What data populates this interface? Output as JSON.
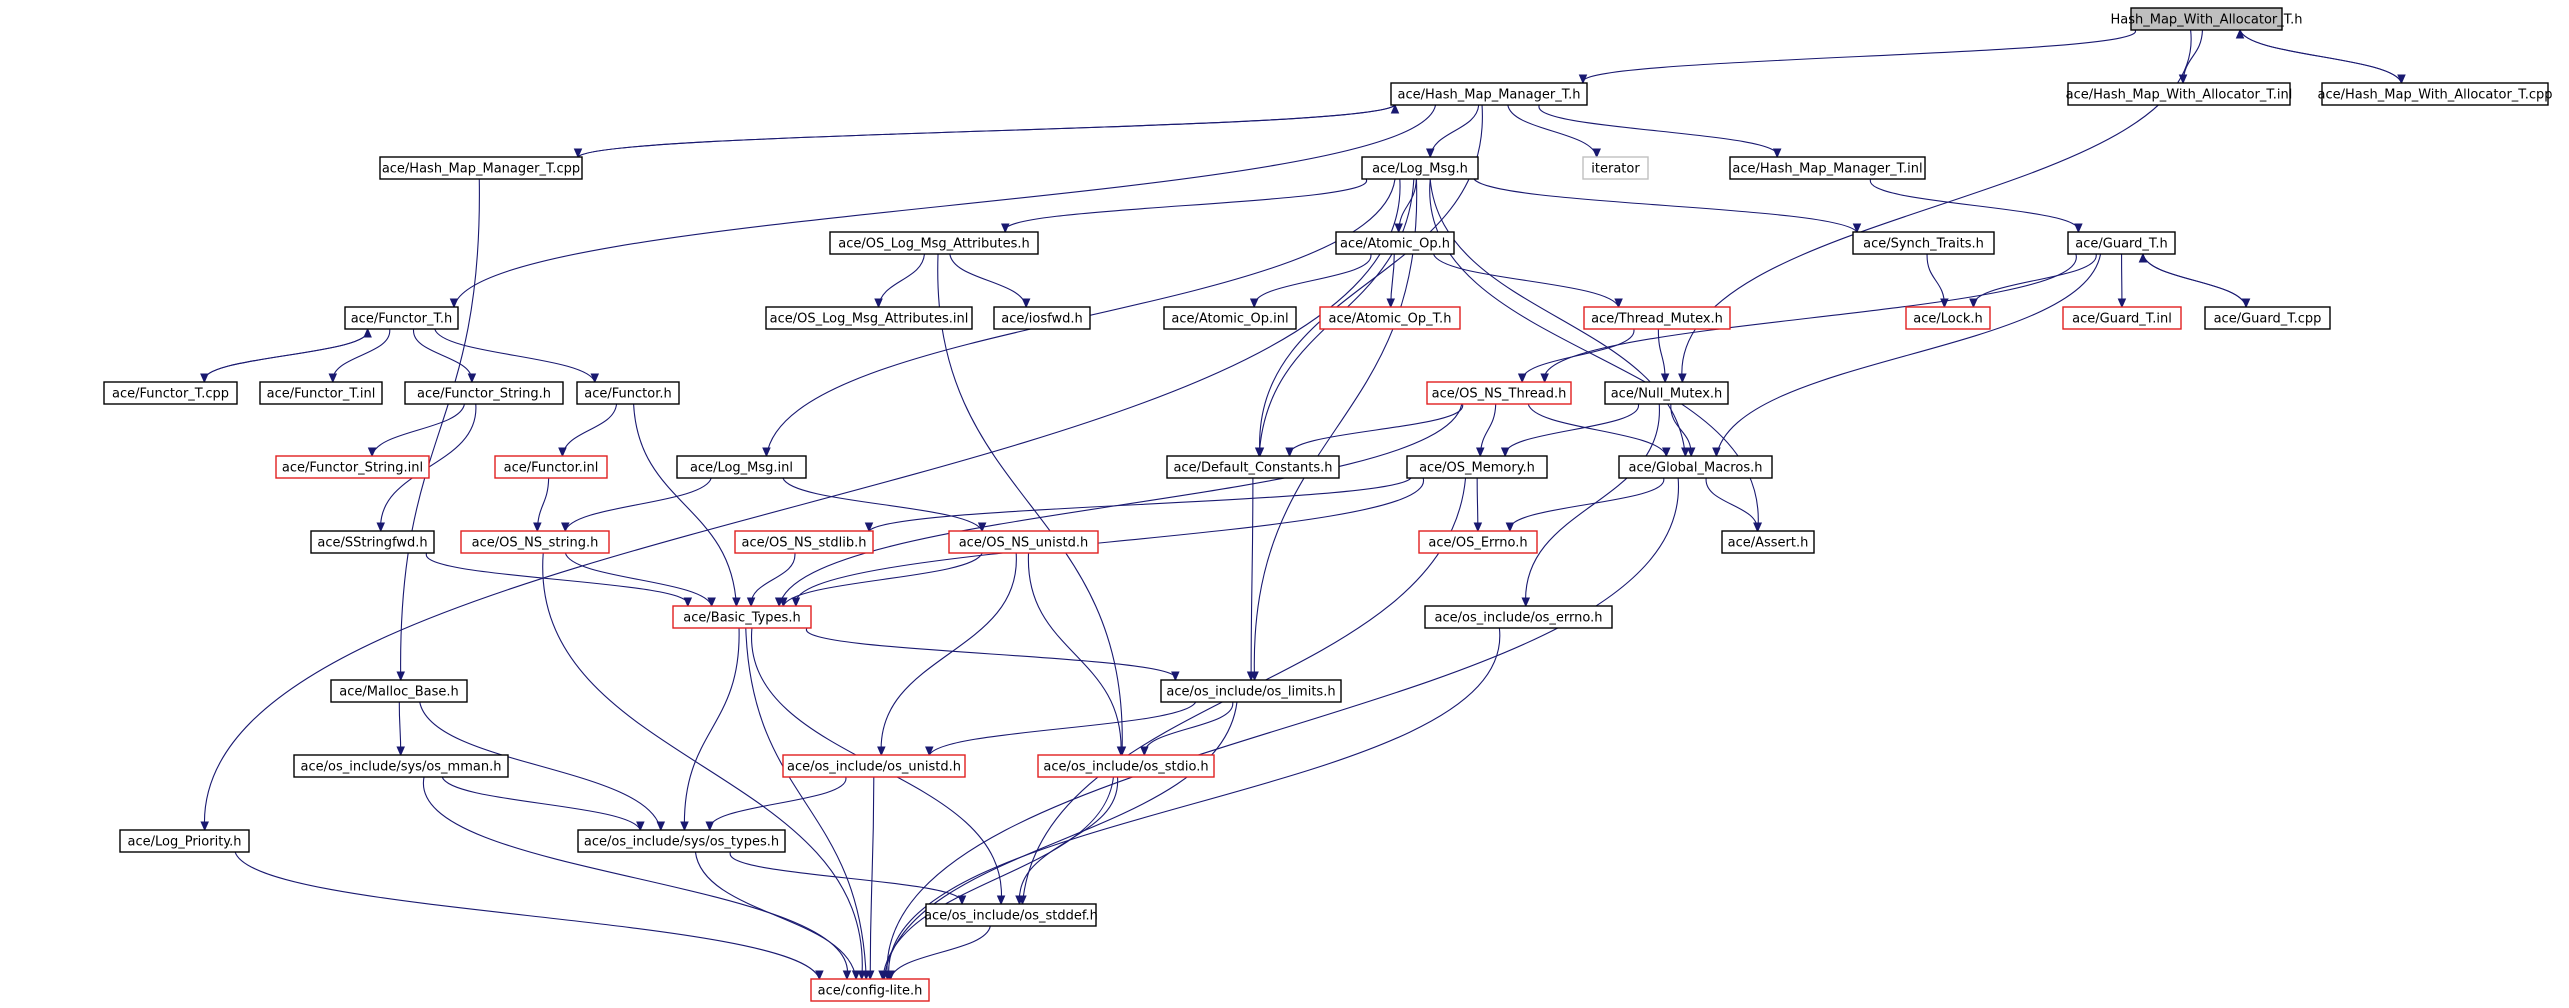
{
  "graph": {
    "colors": {
      "edge": "#191970",
      "border_normal": "#000000",
      "border_missing": "#e02020",
      "border_external": "#c0c0c0",
      "root_fill": "#bfbfbf"
    },
    "nodes": [
      {
        "id": "root",
        "label": "Hash_Map_With_Allocator_T.h",
        "style": "root"
      },
      {
        "id": "hmm_h",
        "label": "ace/Hash_Map_Manager_T.h",
        "style": "normal"
      },
      {
        "id": "hmwa_inl",
        "label": "ace/Hash_Map_With_Allocator_T.inl",
        "style": "normal"
      },
      {
        "id": "hmwa_cpp",
        "label": "ace/Hash_Map_With_Allocator_T.cpp",
        "style": "normal"
      },
      {
        "id": "hmm_cpp",
        "label": "ace/Hash_Map_Manager_T.cpp",
        "style": "normal"
      },
      {
        "id": "logmsg_h",
        "label": "ace/Log_Msg.h",
        "style": "normal"
      },
      {
        "id": "iterator",
        "label": "iterator",
        "style": "external"
      },
      {
        "id": "hmm_inl",
        "label": "ace/Hash_Map_Manager_T.inl",
        "style": "normal"
      },
      {
        "id": "oslma_h",
        "label": "ace/OS_Log_Msg_Attributes.h",
        "style": "normal"
      },
      {
        "id": "atomic_h",
        "label": "ace/Atomic_Op.h",
        "style": "normal"
      },
      {
        "id": "synch_h",
        "label": "ace/Synch_Traits.h",
        "style": "normal"
      },
      {
        "id": "guard_h",
        "label": "ace/Guard_T.h",
        "style": "normal"
      },
      {
        "id": "functor_t_h",
        "label": "ace/Functor_T.h",
        "style": "normal"
      },
      {
        "id": "oslma_inl",
        "label": "ace/OS_Log_Msg_Attributes.inl",
        "style": "normal"
      },
      {
        "id": "iosfwd",
        "label": "ace/iosfwd.h",
        "style": "normal"
      },
      {
        "id": "atomic_inl",
        "label": "ace/Atomic_Op.inl",
        "style": "normal"
      },
      {
        "id": "atomic_t_h",
        "label": "ace/Atomic_Op_T.h",
        "style": "missing"
      },
      {
        "id": "thread_mutex",
        "label": "ace/Thread_Mutex.h",
        "style": "missing"
      },
      {
        "id": "lock_h",
        "label": "ace/Lock.h",
        "style": "missing"
      },
      {
        "id": "guard_inl",
        "label": "ace/Guard_T.inl",
        "style": "missing"
      },
      {
        "id": "guard_cpp",
        "label": "ace/Guard_T.cpp",
        "style": "normal"
      },
      {
        "id": "functor_t_cpp",
        "label": "ace/Functor_T.cpp",
        "style": "normal"
      },
      {
        "id": "functor_t_inl",
        "label": "ace/Functor_T.inl",
        "style": "normal"
      },
      {
        "id": "functor_string_h",
        "label": "ace/Functor_String.h",
        "style": "normal"
      },
      {
        "id": "functor_h",
        "label": "ace/Functor.h",
        "style": "normal"
      },
      {
        "id": "os_ns_thread",
        "label": "ace/OS_NS_Thread.h",
        "style": "missing"
      },
      {
        "id": "null_mutex",
        "label": "ace/Null_Mutex.h",
        "style": "normal"
      },
      {
        "id": "functor_string_inl",
        "label": "ace/Functor_String.inl",
        "style": "missing"
      },
      {
        "id": "functor_inl",
        "label": "ace/Functor.inl",
        "style": "missing"
      },
      {
        "id": "logmsg_inl",
        "label": "ace/Log_Msg.inl",
        "style": "normal"
      },
      {
        "id": "default_const",
        "label": "ace/Default_Constants.h",
        "style": "normal"
      },
      {
        "id": "os_memory",
        "label": "ace/OS_Memory.h",
        "style": "normal"
      },
      {
        "id": "global_macros",
        "label": "ace/Global_Macros.h",
        "style": "normal"
      },
      {
        "id": "sstringfwd",
        "label": "ace/SStringfwd.h",
        "style": "normal"
      },
      {
        "id": "os_ns_string",
        "label": "ace/OS_NS_string.h",
        "style": "missing"
      },
      {
        "id": "os_ns_stdlib",
        "label": "ace/OS_NS_stdlib.h",
        "style": "missing"
      },
      {
        "id": "os_ns_unistd",
        "label": "ace/OS_NS_unistd.h",
        "style": "missing"
      },
      {
        "id": "os_errno",
        "label": "ace/OS_Errno.h",
        "style": "missing"
      },
      {
        "id": "assert_h",
        "label": "ace/Assert.h",
        "style": "normal"
      },
      {
        "id": "basic_types",
        "label": "ace/Basic_Types.h",
        "style": "missing"
      },
      {
        "id": "osi_errno",
        "label": "ace/os_include/os_errno.h",
        "style": "normal"
      },
      {
        "id": "malloc_base",
        "label": "ace/Malloc_Base.h",
        "style": "normal"
      },
      {
        "id": "osi_limits",
        "label": "ace/os_include/os_limits.h",
        "style": "normal"
      },
      {
        "id": "osi_sys_mman",
        "label": "ace/os_include/sys/os_mman.h",
        "style": "normal"
      },
      {
        "id": "osi_unistd",
        "label": "ace/os_include/os_unistd.h",
        "style": "missing"
      },
      {
        "id": "osi_stdio",
        "label": "ace/os_include/os_stdio.h",
        "style": "missing"
      },
      {
        "id": "log_priority",
        "label": "ace/Log_Priority.h",
        "style": "normal"
      },
      {
        "id": "osi_sys_types",
        "label": "ace/os_include/sys/os_types.h",
        "style": "normal"
      },
      {
        "id": "osi_stddef",
        "label": "ace/os_include/os_stddef.h",
        "style": "normal"
      },
      {
        "id": "config_lite",
        "label": "ace/config-lite.h",
        "style": "missing"
      }
    ],
    "edges": [
      [
        "root",
        "hmm_h"
      ],
      [
        "root",
        "hmwa_inl"
      ],
      [
        "root",
        "hmwa_cpp"
      ],
      [
        "hmwa_cpp",
        "root"
      ],
      [
        "root",
        "null_mutex"
      ],
      [
        "hmm_h",
        "hmm_cpp"
      ],
      [
        "hmm_cpp",
        "hmm_h"
      ],
      [
        "hmm_h",
        "logmsg_h"
      ],
      [
        "hmm_h",
        "iterator"
      ],
      [
        "hmm_h",
        "hmm_inl"
      ],
      [
        "hmm_h",
        "default_const"
      ],
      [
        "hmm_h",
        "functor_t_h"
      ],
      [
        "hmm_cpp",
        "malloc_base"
      ],
      [
        "hmm_inl",
        "guard_h"
      ],
      [
        "logmsg_h",
        "oslma_h"
      ],
      [
        "logmsg_h",
        "atomic_h"
      ],
      [
        "logmsg_h",
        "synch_h"
      ],
      [
        "logmsg_h",
        "logmsg_inl"
      ],
      [
        "logmsg_h",
        "log_priority"
      ],
      [
        "logmsg_h",
        "default_const"
      ],
      [
        "logmsg_h",
        "global_macros"
      ],
      [
        "logmsg_h",
        "assert_h"
      ],
      [
        "logmsg_h",
        "osi_limits"
      ],
      [
        "oslma_h",
        "oslma_inl"
      ],
      [
        "oslma_h",
        "iosfwd"
      ],
      [
        "oslma_h",
        "osi_stdio"
      ],
      [
        "atomic_h",
        "atomic_inl"
      ],
      [
        "atomic_h",
        "atomic_t_h"
      ],
      [
        "atomic_h",
        "thread_mutex"
      ],
      [
        "synch_h",
        "lock_h"
      ],
      [
        "guard_h",
        "lock_h"
      ],
      [
        "guard_h",
        "guard_inl"
      ],
      [
        "guard_h",
        "guard_cpp"
      ],
      [
        "guard_cpp",
        "guard_h"
      ],
      [
        "guard_h",
        "os_ns_thread"
      ],
      [
        "guard_h",
        "global_macros"
      ],
      [
        "functor_t_h",
        "functor_t_cpp"
      ],
      [
        "functor_t_cpp",
        "functor_t_h"
      ],
      [
        "functor_t_h",
        "functor_t_inl"
      ],
      [
        "functor_t_h",
        "functor_string_h"
      ],
      [
        "functor_t_h",
        "functor_h"
      ],
      [
        "functor_string_h",
        "functor_string_inl"
      ],
      [
        "functor_string_h",
        "sstringfwd"
      ],
      [
        "functor_h",
        "functor_inl"
      ],
      [
        "functor_h",
        "basic_types"
      ],
      [
        "functor_inl",
        "os_ns_string"
      ],
      [
        "thread_mutex",
        "os_ns_thread"
      ],
      [
        "thread_mutex",
        "null_mutex"
      ],
      [
        "os_ns_thread",
        "default_const"
      ],
      [
        "os_ns_thread",
        "os_memory"
      ],
      [
        "os_ns_thread",
        "global_macros"
      ],
      [
        "os_ns_thread",
        "basic_types"
      ],
      [
        "null_mutex",
        "os_memory"
      ],
      [
        "null_mutex",
        "global_macros"
      ],
      [
        "null_mutex",
        "osi_errno"
      ],
      [
        "logmsg_inl",
        "os_ns_string"
      ],
      [
        "logmsg_inl",
        "os_ns_unistd"
      ],
      [
        "default_const",
        "osi_limits"
      ],
      [
        "os_memory",
        "os_errno"
      ],
      [
        "os_memory",
        "os_ns_stdlib"
      ],
      [
        "os_memory",
        "basic_types"
      ],
      [
        "os_memory",
        "osi_stddef"
      ],
      [
        "global_macros",
        "os_errno"
      ],
      [
        "global_macros",
        "assert_h"
      ],
      [
        "global_macros",
        "config_lite"
      ],
      [
        "sstringfwd",
        "basic_types"
      ],
      [
        "os_ns_string",
        "basic_types"
      ],
      [
        "os_ns_string",
        "config_lite"
      ],
      [
        "os_ns_stdlib",
        "basic_types"
      ],
      [
        "os_ns_unistd",
        "basic_types"
      ],
      [
        "os_ns_unistd",
        "osi_unistd"
      ],
      [
        "os_ns_unistd",
        "osi_stdio"
      ],
      [
        "osi_errno",
        "config_lite"
      ],
      [
        "basic_types",
        "osi_limits"
      ],
      [
        "basic_types",
        "osi_sys_types"
      ],
      [
        "basic_types",
        "osi_stddef"
      ],
      [
        "basic_types",
        "config_lite"
      ],
      [
        "malloc_base",
        "osi_sys_mman"
      ],
      [
        "malloc_base",
        "osi_sys_types"
      ],
      [
        "osi_limits",
        "osi_unistd"
      ],
      [
        "osi_limits",
        "osi_stdio"
      ],
      [
        "osi_limits",
        "config_lite"
      ],
      [
        "osi_sys_mman",
        "osi_sys_types"
      ],
      [
        "osi_sys_mman",
        "config_lite"
      ],
      [
        "osi_unistd",
        "osi_sys_types"
      ],
      [
        "osi_unistd",
        "config_lite"
      ],
      [
        "osi_stdio",
        "osi_stddef"
      ],
      [
        "osi_stdio",
        "config_lite"
      ],
      [
        "log_priority",
        "config_lite"
      ],
      [
        "osi_sys_types",
        "osi_stddef"
      ],
      [
        "osi_sys_types",
        "config_lite"
      ],
      [
        "osi_stddef",
        "config_lite"
      ]
    ]
  }
}
